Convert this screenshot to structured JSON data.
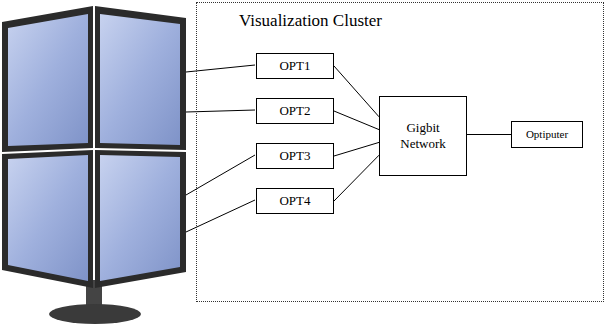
{
  "diagram": {
    "nodes": [
      {
        "text": [
          "Visualization Cluster"
        ]
      },
      {
        "text": [
          "OPT1"
        ],
        "in": 0
      },
      {
        "text": [
          "OPT2"
        ],
        "in": 0
      },
      {
        "text": [
          "OPT3"
        ],
        "in": 0
      },
      {
        "text": [
          "OPT4"
        ],
        "in": 0
      },
      {
        "text": [
          "Gigbit Network"
        ],
        "in": 0
      },
      {
        "text": [
          "Optiputer"
        ],
        "in": 0
      }
    ],
    "edges": [
      {
        "from": 1,
        "to": 5,
        "arrow": "none"
      },
      {
        "from": 2,
        "to": 5,
        "arrow": "none"
      },
      {
        "from": 3,
        "to": 5,
        "arrow": "none"
      },
      {
        "from": 4,
        "to": 5,
        "arrow": "none"
      },
      {
        "from": 5,
        "to": 6,
        "arrow": "none"
      }
    ]
  }
}
